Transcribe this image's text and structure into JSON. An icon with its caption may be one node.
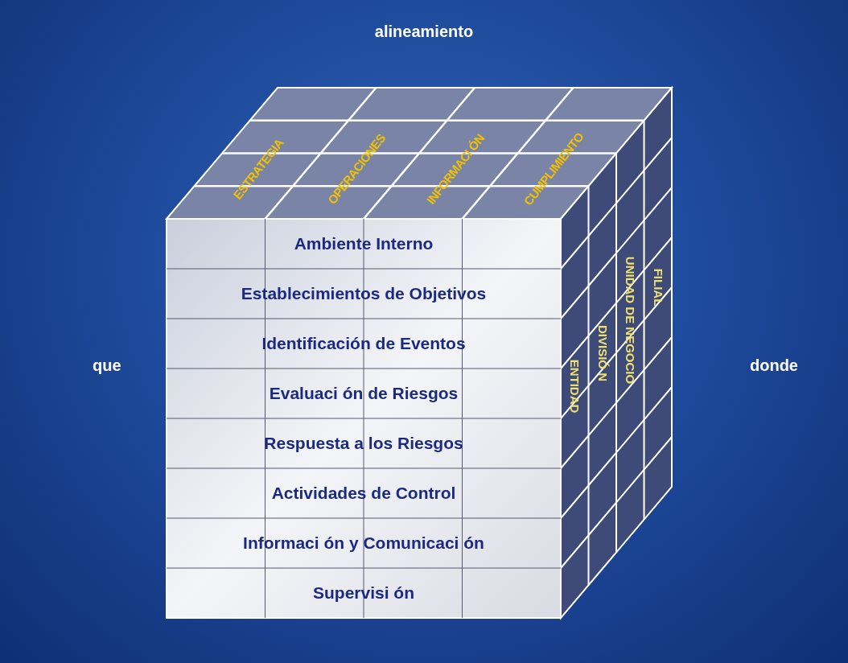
{
  "diagram": {
    "labels": [
      "alineamiento",
      "ESTRATEGIA",
      "OPERACIONES",
      "INFORMACI ÓN",
      "CUMPLIMIENTO",
      "que",
      "Ambiente Interno",
      "Establecimientos de Objetivos",
      "Identificación de Eventos",
      "Evaluaci ón de Riesgos",
      "Respuesta a los Riesgos",
      "Actividades de Control",
      "Informaci ón y Comunicaci ón",
      "Supervisi ón",
      "ENTIDAD",
      "DIVISIÓ N",
      "UNIDAD DE NEGOCIO",
      "FILIAL",
      "donde"
    ]
  }
}
